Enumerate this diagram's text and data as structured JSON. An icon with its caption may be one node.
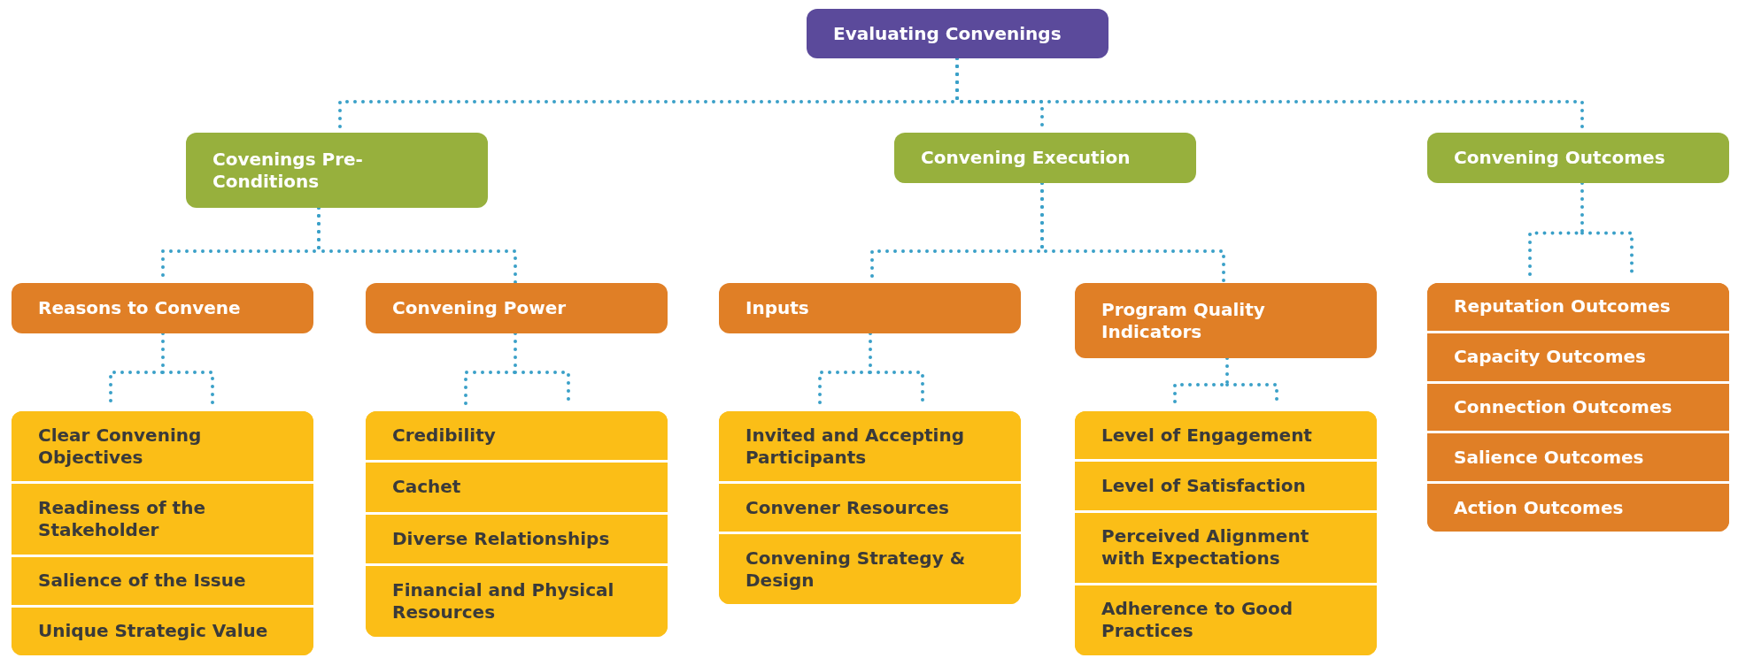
{
  "diagram": {
    "nodes": [
      {
        "text": [
          "Evaluating Convenings"
        ]
      },
      {
        "text": [
          "Covenings Pre-Conditions"
        ]
      },
      {
        "text": [
          "Convening Execution"
        ]
      },
      {
        "text": [
          "Convening Outcomes"
        ]
      },
      {
        "text": [
          "Reasons to Convene"
        ]
      },
      {
        "text": [
          "Convening Power"
        ]
      },
      {
        "text": [
          "Inputs"
        ]
      },
      {
        "text": [
          "Program Quality Indicators"
        ]
      },
      {
        "text": [],
        "shape": "box"
      },
      {
        "text": [
          "Reputation Outcomes"
        ],
        "in": 8
      },
      {
        "text": [
          "Capacity Outcomes"
        ],
        "in": 8
      },
      {
        "text": [
          "Connection Outcomes"
        ],
        "in": 8
      },
      {
        "text": [
          "Salience Outcomes"
        ],
        "in": 8
      },
      {
        "text": [
          "Action Outcomes"
        ],
        "in": 8
      },
      {
        "text": [],
        "shape": "box"
      },
      {
        "text": [
          "Clear Convening Objectives"
        ],
        "in": 14
      },
      {
        "text": [
          "Readiness of the Stakeholder"
        ],
        "in": 14
      },
      {
        "text": [
          "Salience of the Issue"
        ],
        "in": 14
      },
      {
        "text": [
          "Unique Strategic Value"
        ],
        "in": 14
      },
      {
        "text": [],
        "shape": "box"
      },
      {
        "text": [
          "Credibility"
        ],
        "in": 19
      },
      {
        "text": [
          "Cachet"
        ],
        "in": 19
      },
      {
        "text": [
          "Diverse Relationships"
        ],
        "in": 19
      },
      {
        "text": [
          "Financial and Physical Resources"
        ],
        "in": 19
      },
      {
        "text": [],
        "shape": "box"
      },
      {
        "text": [
          "Invited and Accepting Participants"
        ],
        "in": 24
      },
      {
        "text": [
          "Convener Resources"
        ],
        "in": 24
      },
      {
        "text": [
          "Convening Strategy & Design"
        ],
        "in": 24
      },
      {
        "text": [],
        "shape": "box"
      },
      {
        "text": [
          "Level of Engagement"
        ],
        "in": 28
      },
      {
        "text": [
          "Level of Satisfaction"
        ],
        "in": 28
      },
      {
        "text": [
          "Perceived Alignment with Expectations"
        ],
        "in": 28
      },
      {
        "text": [
          "Adherence to Good Practices"
        ],
        "in": 28
      }
    ],
    "edges": [
      {
        "from": 0,
        "to": 1,
        "arrow": "none"
      },
      {
        "from": 0,
        "to": 2,
        "arrow": "none"
      },
      {
        "from": 0,
        "to": 3,
        "arrow": "none"
      },
      {
        "from": 1,
        "to": 4,
        "arrow": "none"
      },
      {
        "from": 1,
        "to": 5,
        "arrow": "none"
      },
      {
        "from": 2,
        "to": 6,
        "arrow": "none"
      },
      {
        "from": 2,
        "to": 7,
        "arrow": "none"
      },
      {
        "from": 3,
        "to": 8,
        "arrow": "none"
      },
      {
        "from": 4,
        "to": 14,
        "arrow": "none"
      },
      {
        "from": 5,
        "to": 19,
        "arrow": "none"
      },
      {
        "from": 6,
        "to": 24,
        "arrow": "none"
      },
      {
        "from": 7,
        "to": 28,
        "arrow": "none"
      },
      {
        "from": 3,
        "to": 9,
        "arrow": "none"
      },
      {
        "from": 4,
        "to": 15,
        "arrow": "none"
      },
      {
        "from": 5,
        "to": 20,
        "arrow": "none"
      },
      {
        "from": 6,
        "to": 25,
        "arrow": "none"
      },
      {
        "from": 7,
        "to": 29,
        "arrow": "none"
      }
    ]
  }
}
